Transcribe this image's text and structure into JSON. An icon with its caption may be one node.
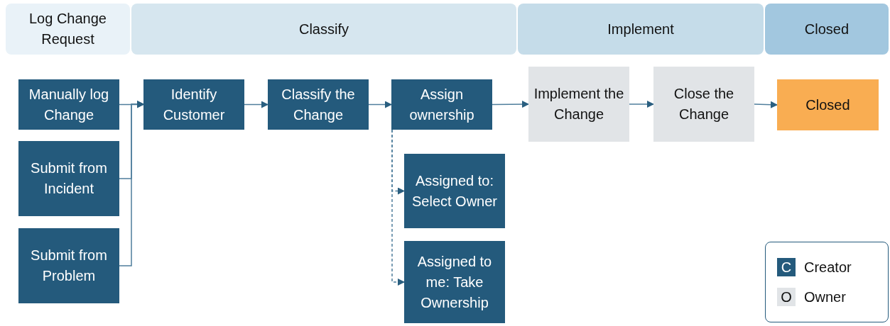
{
  "diagram": {
    "nodes": [
      {
        "text": [
          "Log Change Request"
        ]
      },
      {
        "text": [
          "Classify"
        ]
      },
      {
        "text": [
          "Implement"
        ]
      },
      {
        "text": [
          "Closed"
        ]
      },
      {
        "text": [
          "Manually log Change"
        ]
      },
      {
        "text": [
          "Submit from Incident"
        ]
      },
      {
        "text": [
          "Submit from Problem"
        ]
      },
      {
        "text": [
          "Identify Customer"
        ]
      },
      {
        "text": [
          "Classify the Change"
        ]
      },
      {
        "text": [
          "Assign ownership"
        ]
      },
      {
        "text": [
          "Assigned to: Select Owner"
        ]
      },
      {
        "text": [
          "Assigned to me: Take Ownership"
        ]
      },
      {
        "text": [
          "Implement the Change"
        ]
      },
      {
        "text": [
          "Close the Change"
        ]
      },
      {
        "text": [
          "Closed"
        ]
      }
    ],
    "edges": [
      {
        "from": 4,
        "to": 7,
        "arrow": "to"
      },
      {
        "from": 5,
        "to": 7,
        "arrow": "to"
      },
      {
        "from": 6,
        "to": 7,
        "arrow": "to"
      },
      {
        "from": 7,
        "to": 8,
        "arrow": "to"
      },
      {
        "from": 8,
        "to": 9,
        "arrow": "to"
      },
      {
        "from": 9,
        "to": 10,
        "arrow": "to",
        "style": "dashed"
      },
      {
        "from": 9,
        "to": 11,
        "arrow": "to",
        "style": "dashed"
      },
      {
        "from": 9,
        "to": 12,
        "arrow": "to"
      },
      {
        "from": 12,
        "to": 13,
        "arrow": "to"
      },
      {
        "from": 13,
        "to": 14,
        "arrow": "to"
      }
    ],
    "labels": [
      "C",
      "O"
    ],
    "legend": [
      {
        "text": "Creator",
        "color": "#245a7c"
      },
      {
        "text": "Owner",
        "color": "#e1e4e7"
      }
    ]
  }
}
